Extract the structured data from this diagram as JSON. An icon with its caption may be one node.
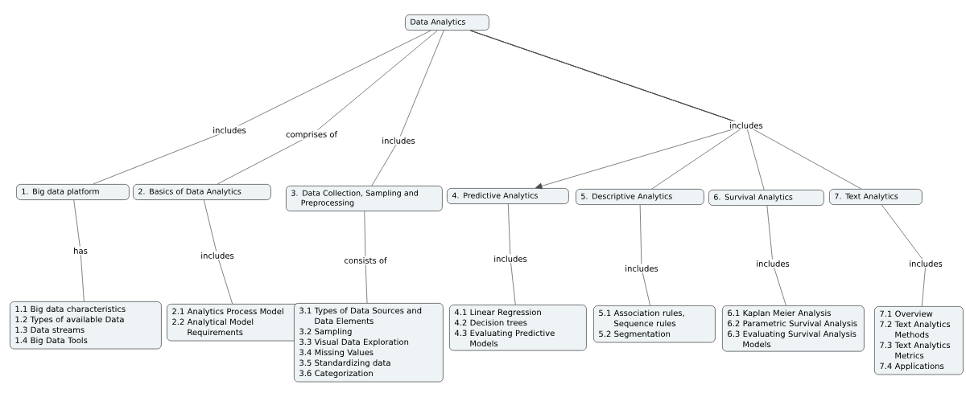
{
  "diagram": {
    "nodes": [
      {
        "text": [
          "Data Analytics"
        ]
      },
      {
        "text": [
          "1. Big data platform"
        ]
      },
      {
        "text": [
          "2. Basics of Data Analytics"
        ]
      },
      {
        "text": [
          "3. Data Collection, Sampling and Preprocessing"
        ]
      },
      {
        "text": [
          "4. Predictive Analytics"
        ]
      },
      {
        "text": [
          "5. Descriptive Analytics"
        ]
      },
      {
        "text": [
          "6. Survival Analytics"
        ]
      },
      {
        "text": [
          "7. Text Analytics"
        ]
      },
      {
        "text": [
          "1.1 Big data characteristics",
          "1.2 Types of available Data",
          "1.3 Data streams",
          "1.4 Big Data Tools"
        ]
      },
      {
        "text": [
          "2.1 Analytics Process Model",
          "2.2 Analytical Model Requirements"
        ]
      },
      {
        "text": [
          "3.1 Types of Data Sources and Data Elements",
          "3.2 Sampling",
          "3.3 Visual Data Exploration",
          "3.4 Missing Values",
          "3.5 Standardizing data",
          "3.6 Categorization"
        ]
      },
      {
        "text": [
          "4.1 Linear Regression",
          "4.2 Decision trees",
          "4.3 Evaluating Predictive Models"
        ]
      },
      {
        "text": [
          "5.1 Association rules, Sequence rules",
          "5.2 Segmentation"
        ]
      },
      {
        "text": [
          "6.1 Kaplan Meier Analysis",
          "6.2 Parametric Survival Analysis",
          "6.3 Evaluating Survival Analysis Models"
        ]
      },
      {
        "text": [
          "7.1 Overview",
          "7.2 Text Analytics Methods",
          "7.3 Text Analytics Metrics",
          "7.4 Applications"
        ]
      }
    ],
    "edges": [
      {
        "from": 0,
        "to": 1,
        "arrow": "none",
        "label": "includes"
      },
      {
        "from": 0,
        "to": 2,
        "arrow": "none",
        "label": "comprises of"
      },
      {
        "from": 0,
        "to": 3,
        "arrow": "none",
        "label": "includes"
      },
      {
        "from": 0,
        "to": 4,
        "arrow": "to",
        "label": "includes"
      },
      {
        "from": 0,
        "to": 5,
        "arrow": "none"
      },
      {
        "from": 0,
        "to": 6,
        "arrow": "none"
      },
      {
        "from": 0,
        "to": 7,
        "arrow": "none"
      },
      {
        "from": 1,
        "to": 8,
        "arrow": "none",
        "label": "has"
      },
      {
        "from": 2,
        "to": 9,
        "arrow": "none",
        "label": "includes"
      },
      {
        "from": 3,
        "to": 10,
        "arrow": "none",
        "label": "consists of"
      },
      {
        "from": 4,
        "to": 11,
        "arrow": "none",
        "label": "includes"
      },
      {
        "from": 5,
        "to": 12,
        "arrow": "none",
        "label": "includes"
      },
      {
        "from": 6,
        "to": 13,
        "arrow": "none",
        "label": "includes"
      },
      {
        "from": 7,
        "to": 14,
        "arrow": "none",
        "label": "includes"
      }
    ]
  }
}
